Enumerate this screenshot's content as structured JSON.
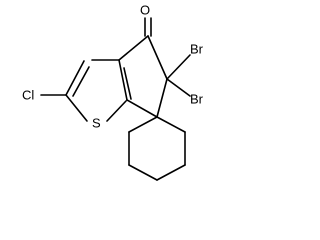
{
  "molecule": {
    "atoms": {
      "oxygen": "O",
      "sulfur": "S",
      "chlorine": "Cl",
      "bromine_1": "Br",
      "bromine_2": "Br"
    }
  }
}
